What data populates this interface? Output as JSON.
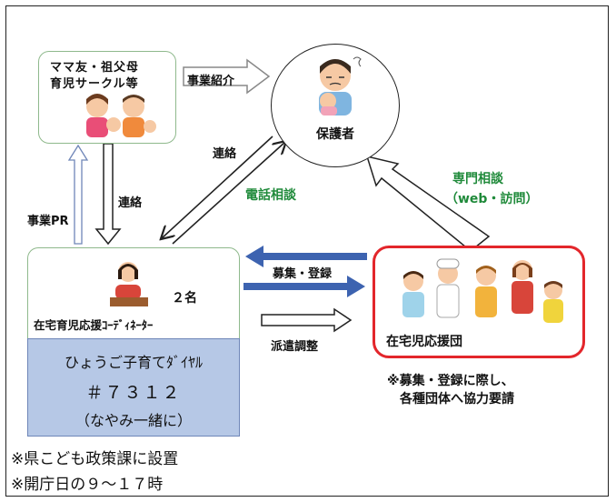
{
  "circle_box": {
    "line1": "ママ友・祖父母",
    "line2": "育児サークル等"
  },
  "parent": {
    "label": "保護者"
  },
  "coordinator": {
    "count": "２名",
    "title": "在宅育児応援ｺｰﾃﾞｨﾈｰﾀｰ"
  },
  "dial": {
    "line1": "ひょうご子育てﾀﾞｲﾔﾙ",
    "line2": "＃７３１２",
    "line3": "（なやみ一緒に）"
  },
  "support_group": {
    "label": "在宅児応援団"
  },
  "arrows": {
    "intro": "事業紹介",
    "contact_upper": "連絡",
    "contact_left": "連絡",
    "phone": "電話相談",
    "specialist_line1": "専門相談",
    "specialist_line2": "（web・訪問）",
    "pr": "事業PR",
    "recruit": "募集・登録",
    "dispatch": "派遣調整"
  },
  "notes": {
    "recruit_note_1": "※募集・登録に際し、",
    "recruit_note_2": "各種団体へ協力要請",
    "bottom_1": "※県こども政策課に設置",
    "bottom_2": "※開庁日の９～１７時"
  },
  "colors": {
    "red_border": "#e3262b",
    "green_border": "#8fb98c",
    "green_text": "#1f8a3a",
    "blue_arrow": "#3d63b0",
    "blue_box": "#b6c8e6"
  }
}
